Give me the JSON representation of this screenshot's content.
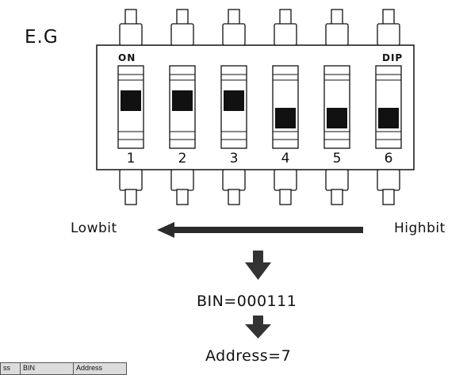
{
  "labels": {
    "example": "E.G",
    "on": "ON",
    "dip": "DIP",
    "lowbit": "Lowbit",
    "highbit": "Highbit",
    "bin": "BIN=000111",
    "address": "Address=7"
  },
  "switches": [
    {
      "number": "1",
      "state": "on"
    },
    {
      "number": "2",
      "state": "on"
    },
    {
      "number": "3",
      "state": "on"
    },
    {
      "number": "4",
      "state": "off"
    },
    {
      "number": "5",
      "state": "off"
    },
    {
      "number": "6",
      "state": "off"
    }
  ],
  "table_headers": [
    "ss",
    "BIN",
    "Address"
  ],
  "colors": {
    "ink": "#111111",
    "table_fill": "#dcdcdc"
  }
}
